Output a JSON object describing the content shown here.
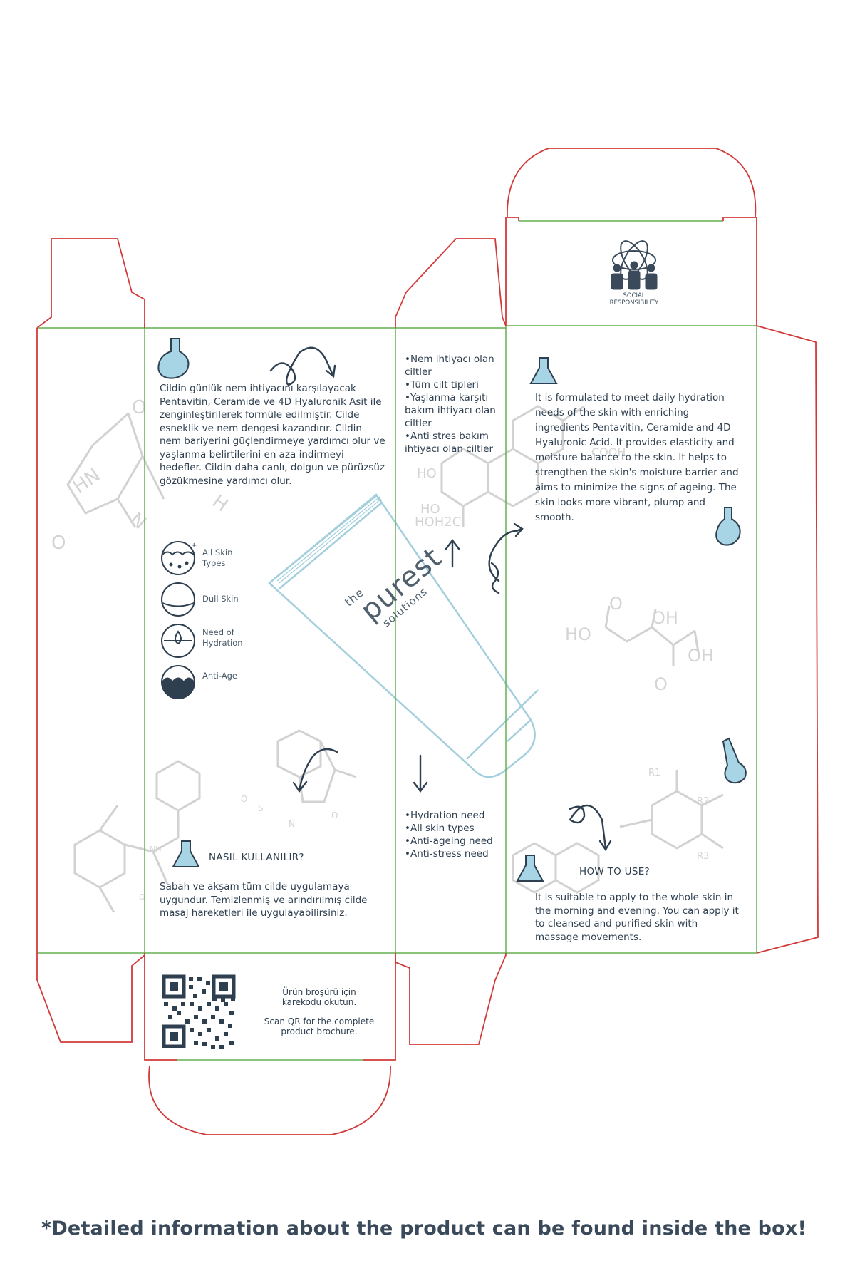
{
  "tr_description": "Cildin günlük nem ihtiyacını karşılayacak Pentavitin, Ceramide ve 4D Hyaluronik Asit ile zenginleştirilerek formüle edilmiştir. Cilde esneklik ve nem dengesi kazandırır. Cildin nem bariyerini güçlendirmeye yardımcı olur ve yaşlanma belirtilerini en aza indirmeyi hedefler. Cildin daha canlı, dolgun ve pürüzsüz gözükmesine yardımcı olur.",
  "tr_bullets": [
    "•Nem ihtiyacı olan ciltler",
    "•Tüm cilt tipleri",
    "•Yaşlanma karşıtı bakım ihtiyacı olan ciltler",
    "•Anti stres bakım ihtiyacı olan ciltler"
  ],
  "en_bullets": [
    "•Hydration need",
    "•All skin types",
    "•Anti-ageing need",
    "•Anti-stress need"
  ],
  "en_description": "It is formulated to meet daily hydration needs of the skin with enriching ingredients Pentavitin, Ceramide and 4D Hyaluronic Acid. It provides elasticity and moisture balance to the skin. It helps to strengthen the skin's moisture barrier and aims to minimize the signs of ageing. The skin looks more vibrant, plump and smooth.",
  "skin_icons": [
    {
      "icon": "all-skin-types-icon",
      "label": "All Skin Types"
    },
    {
      "icon": "dull-skin-icon",
      "label": "Dull Skin"
    },
    {
      "icon": "need-of-hydration-icon",
      "label": "Need of Hydration"
    },
    {
      "icon": "anti-age-icon",
      "label": "Anti-Age"
    }
  ],
  "tr_usage_title": "NASIL KULLANILIR?",
  "tr_usage_text": "Sabah ve akşam tüm cilde uygulamaya uygundur. Temizlenmiş ve arındırılmış cilde masaj hareketleri ile uygulayabilirsiniz.",
  "en_usage_title": "HOW TO USE?",
  "en_usage_text": "It is suitable to apply to the whole skin in the morning and evening. You can apply it to cleansed and purified skin with massage movements.",
  "qr_tr": "Ürün broşürü için karekodu okutun.",
  "qr_en": "Scan QR for the complete product brochure.",
  "brand": {
    "line1": "the",
    "line2": "purest",
    "line3": "solutions"
  },
  "social_label": "SOCIAL RESPONSIBILITY",
  "footer_note": "*Detailed information about the product can be found inside the box!",
  "chem_labels": {
    "uracil_o1": "O",
    "uracil_hn": "HN",
    "uracil_o2": "O",
    "uracil_n": "N",
    "uracil_h": "H",
    "steroid_ho1": "HO",
    "steroid_ho2": "HO",
    "steroid_hoh2c": "HOH2C",
    "steroid_cooh": "COOH",
    "malic_o": "O",
    "malic_oh1": "OH",
    "malic_ho": "HO",
    "malic_oh2": "OH",
    "malic_o2": "O",
    "sacc_o1": "O",
    "sacc_s": "S",
    "sacc_n": "N",
    "sacc_o2": "O",
    "amide_nh": "NH",
    "amide_o": "O",
    "r1": "R1",
    "r2": "R2",
    "r3": "R3"
  },
  "colors": {
    "cut_line": "#d23a3a",
    "fold_line": "#58b14a",
    "text": "#2e3f50",
    "tube": "#9ccbd8",
    "chem": "#c9c9c9",
    "flask_liquid": "#a8d5e5"
  }
}
